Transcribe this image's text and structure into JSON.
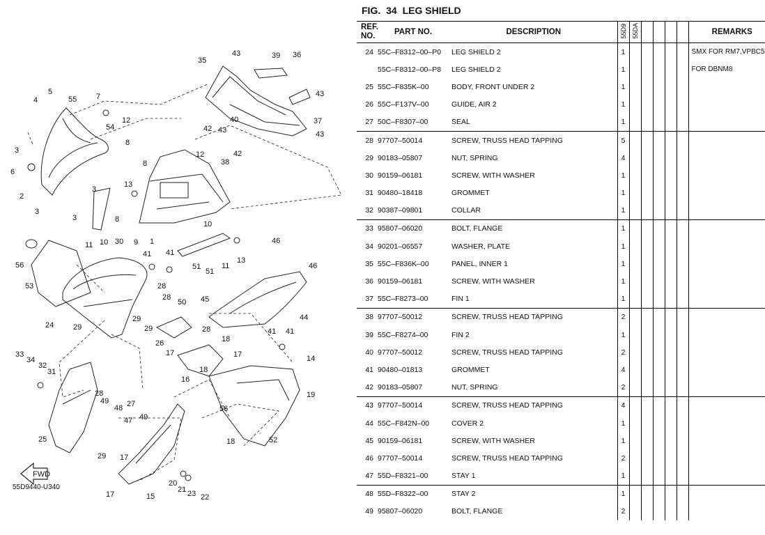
{
  "figure": {
    "label": "FIG.",
    "number": "34",
    "name": "LEG SHIELD"
  },
  "diagram": {
    "code": "55D9440-U340",
    "fwd_label": "FWD",
    "callouts": [
      "1",
      "2",
      "3",
      "3",
      "3",
      "3",
      "4",
      "5",
      "6",
      "7",
      "8",
      "8",
      "8",
      "9",
      "10",
      "10",
      "11",
      "11",
      "12",
      "12",
      "13",
      "13",
      "14",
      "15",
      "16",
      "17",
      "17",
      "17",
      "17",
      "18",
      "18",
      "18",
      "19",
      "20",
      "21",
      "22",
      "23",
      "24",
      "25",
      "26",
      "27",
      "28",
      "28",
      "28",
      "28",
      "29",
      "29",
      "29",
      "29",
      "30",
      "31",
      "32",
      "33",
      "34",
      "35",
      "36",
      "37",
      "38",
      "39",
      "40",
      "41",
      "41",
      "41",
      "41",
      "42",
      "42",
      "43",
      "43",
      "43",
      "43",
      "44",
      "45",
      "46",
      "46",
      "47",
      "48",
      "49",
      "49",
      "50",
      "51",
      "51",
      "52",
      "53",
      "54",
      "55",
      "56",
      "56"
    ]
  },
  "table": {
    "headers": {
      "ref": "REF. NO.",
      "ref_line1": "REF.",
      "ref_line2": "NO.",
      "part": "PART NO.",
      "desc": "DESCRIPTION",
      "model1": "55D9",
      "model2": "55DA",
      "remarks": "REMARKS"
    },
    "rows": [
      {
        "ref": "24",
        "part": "55C–F8312–00–P0",
        "desc": "LEG SHIELD 2",
        "qty": "1",
        "remarks": "SMX FOR RM7,VPBC5"
      },
      {
        "ref": "",
        "part": "55C–F8312–00–P8",
        "desc": "LEG SHIELD 2",
        "qty": "1",
        "remarks": "FOR DBNM8"
      },
      {
        "ref": "25",
        "part": "55C–F835K–00",
        "desc": "BODY, FRONT UNDER 2",
        "qty": "1",
        "remarks": ""
      },
      {
        "ref": "26",
        "part": "55C–F137V–00",
        "desc": "GUIDE, AIR 2",
        "qty": "1",
        "remarks": ""
      },
      {
        "ref": "27",
        "part": "50C–F8307–00",
        "desc": "SEAL",
        "qty": "1",
        "remarks": ""
      },
      {
        "ref": "28",
        "part": "97707–50014",
        "desc": "SCREW, TRUSS HEAD TAPPING",
        "qty": "5",
        "remarks": ""
      },
      {
        "ref": "29",
        "part": "90183–05807",
        "desc": "NUT, SPRING",
        "qty": "4",
        "remarks": ""
      },
      {
        "ref": "30",
        "part": "90159–06181",
        "desc": "SCREW, WITH WASHER",
        "qty": "1",
        "remarks": ""
      },
      {
        "ref": "31",
        "part": "90480–18418",
        "desc": "GROMMET",
        "qty": "1",
        "remarks": ""
      },
      {
        "ref": "32",
        "part": "90387–09801",
        "desc": "COLLAR",
        "qty": "1",
        "remarks": ""
      },
      {
        "ref": "33",
        "part": "95807–06020",
        "desc": "BOLT, FLANGE",
        "qty": "1",
        "remarks": ""
      },
      {
        "ref": "34",
        "part": "90201–06557",
        "desc": "WASHER, PLATE",
        "qty": "1",
        "remarks": ""
      },
      {
        "ref": "35",
        "part": "55C–F836K–00",
        "desc": "PANEL, INNER 1",
        "qty": "1",
        "remarks": ""
      },
      {
        "ref": "36",
        "part": "90159–06181",
        "desc": "SCREW, WITH WASHER",
        "qty": "1",
        "remarks": ""
      },
      {
        "ref": "37",
        "part": "55C–F8273–00",
        "desc": "FIN 1",
        "qty": "1",
        "remarks": ""
      },
      {
        "ref": "38",
        "part": "97707–50012",
        "desc": "SCREW, TRUSS HEAD TAPPING",
        "qty": "2",
        "remarks": ""
      },
      {
        "ref": "39",
        "part": "55C–F8274–00",
        "desc": "FIN 2",
        "qty": "1",
        "remarks": ""
      },
      {
        "ref": "40",
        "part": "97707–50012",
        "desc": "SCREW, TRUSS HEAD TAPPING",
        "qty": "2",
        "remarks": ""
      },
      {
        "ref": "41",
        "part": "90480–01813",
        "desc": "GROMMET",
        "qty": "4",
        "remarks": ""
      },
      {
        "ref": "42",
        "part": "90183–05807",
        "desc": "NUT, SPRING",
        "qty": "2",
        "remarks": ""
      },
      {
        "ref": "43",
        "part": "97707–50014",
        "desc": "SCREW, TRUSS HEAD TAPPING",
        "qty": "4",
        "remarks": ""
      },
      {
        "ref": "44",
        "part": "55C–F842N–00",
        "desc": "COVER 2",
        "qty": "1",
        "remarks": ""
      },
      {
        "ref": "45",
        "part": "90159–06181",
        "desc": "SCREW, WITH WASHER",
        "qty": "1",
        "remarks": ""
      },
      {
        "ref": "46",
        "part": "97707–50014",
        "desc": "SCREW, TRUSS HEAD TAPPING",
        "qty": "2",
        "remarks": ""
      },
      {
        "ref": "47",
        "part": "55D–F8321–00",
        "desc": "STAY 1",
        "qty": "1",
        "remarks": ""
      },
      {
        "ref": "48",
        "part": "55D–F8322–00",
        "desc": "STAY 2",
        "qty": "1",
        "remarks": ""
      },
      {
        "ref": "49",
        "part": "95807–06020",
        "desc": "BOLT, FLANGE",
        "qty": "2",
        "remarks": ""
      }
    ]
  }
}
